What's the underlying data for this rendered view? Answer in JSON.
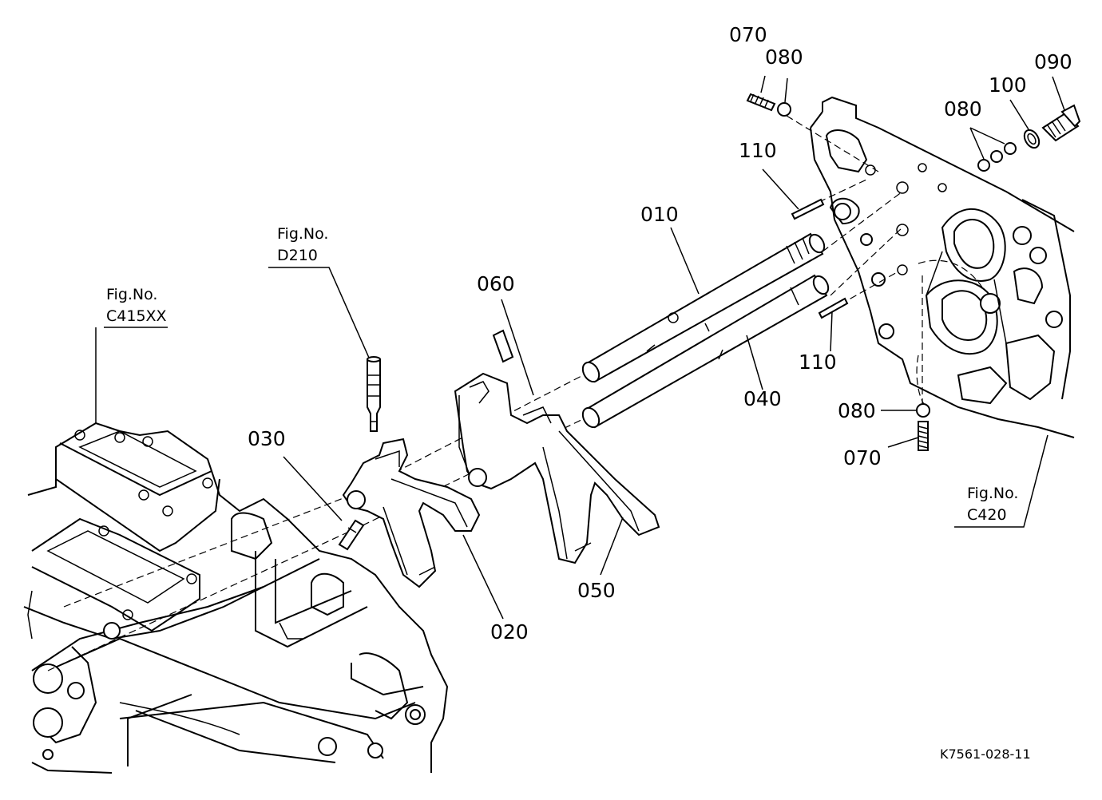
{
  "drawing_code": "K7561-028-11",
  "figure_refs": [
    {
      "id": "fig-d210",
      "label": "Fig.No.",
      "number": "D210"
    },
    {
      "id": "fig-c415xx",
      "label": "Fig.No.",
      "number": "C415XX"
    },
    {
      "id": "fig-c420",
      "label": "Fig.No.",
      "number": "C420"
    }
  ],
  "callouts": [
    {
      "id": "c010",
      "text": "010"
    },
    {
      "id": "c020",
      "text": "020"
    },
    {
      "id": "c030",
      "text": "030"
    },
    {
      "id": "c040",
      "text": "040"
    },
    {
      "id": "c050",
      "text": "050"
    },
    {
      "id": "c060",
      "text": "060"
    },
    {
      "id": "c070a",
      "text": "070"
    },
    {
      "id": "c070b",
      "text": "070"
    },
    {
      "id": "c080a",
      "text": "080"
    },
    {
      "id": "c080b",
      "text": "080"
    },
    {
      "id": "c080c",
      "text": "080"
    },
    {
      "id": "c090",
      "text": "090"
    },
    {
      "id": "c100",
      "text": "100"
    },
    {
      "id": "c110a",
      "text": "110"
    },
    {
      "id": "c110b",
      "text": "110"
    }
  ]
}
